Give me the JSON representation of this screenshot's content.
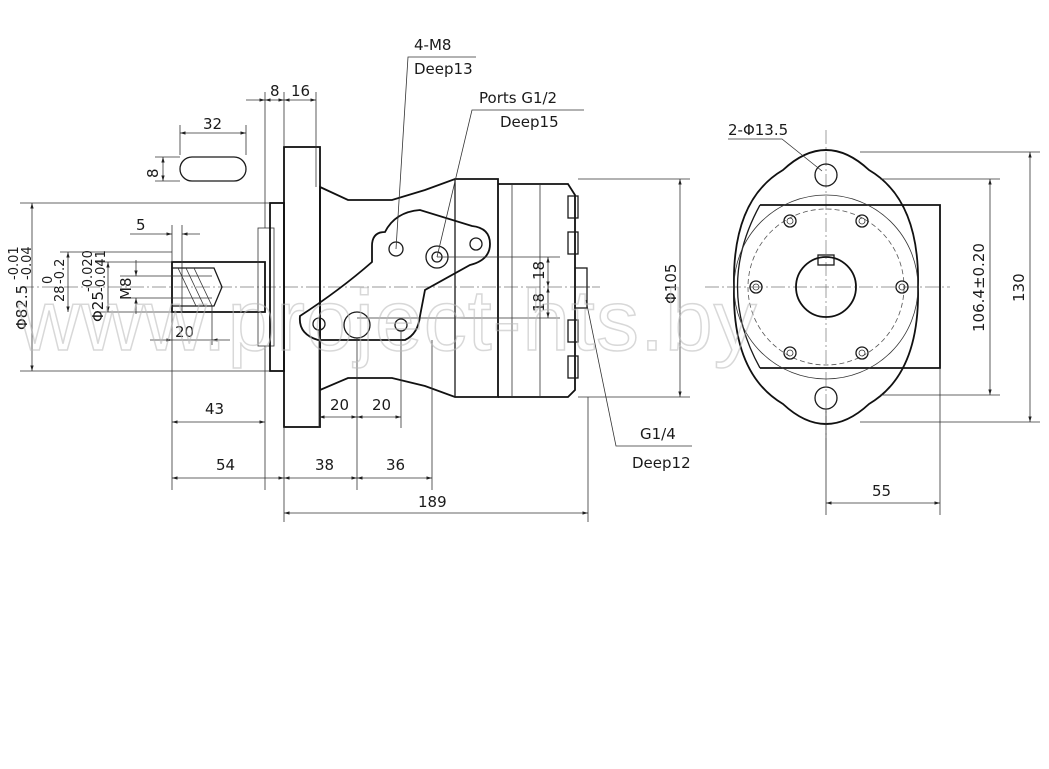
{
  "drawing": {
    "watermark": "www.project-hts.by",
    "side_view": {
      "notes": {
        "tapped_holes": [
          "4-M8",
          "Deep13"
        ],
        "ports": [
          "Ports G1/2",
          "Deep15"
        ],
        "drain_port": [
          "G1/4",
          "Deep12"
        ]
      },
      "dimensions": {
        "flange_thickness": "8",
        "flange_to_body": "16",
        "key_length": "32",
        "key_width": "8",
        "shaft_end_offset": "5",
        "pilot_diameter": "Φ82.5",
        "pilot_tolerance_upper": "-0.01",
        "pilot_tolerance_lower": "-0.04",
        "key_height": "28",
        "key_height_tolerance_upper": "0",
        "key_height_tolerance_lower": "-0.2",
        "shaft_diameter": "Φ25",
        "shaft_tolerance_upper": "-0.020",
        "shaft_tolerance_lower": "-0.041",
        "thread": "M8",
        "thread_depth": "20",
        "port_offset_upper": "18",
        "port_offset_lower": "18",
        "body_diameter": "Φ105",
        "shaft_to_flange": "43",
        "port_spacing_1": "20",
        "port_spacing_2": "20",
        "shaft_length": "54",
        "flange_to_port": "38",
        "port_to_rear": "36",
        "overall_length": "189"
      }
    },
    "front_view": {
      "notes": {
        "mount_holes": "2-Φ13.5"
      },
      "dimensions": {
        "hole_spacing": "106.4±0.20",
        "flange_height": "130",
        "center_to_side": "55"
      }
    }
  }
}
